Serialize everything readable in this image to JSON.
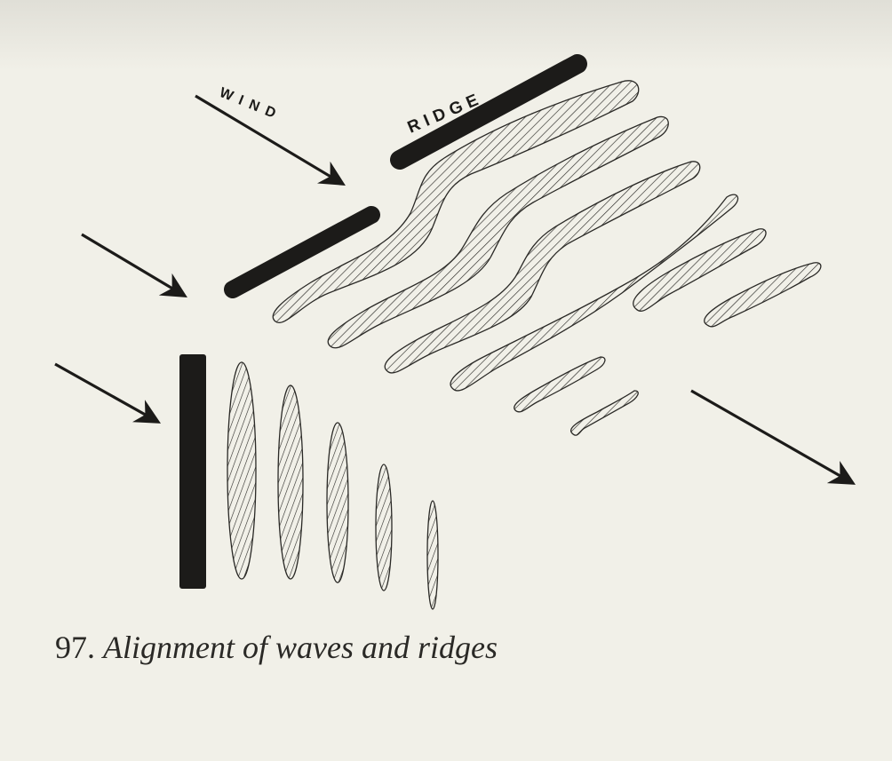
{
  "figure": {
    "label_wind": "WIND",
    "label_ridge": "RIDGE",
    "caption_number": "97.",
    "caption_text": "Alignment of waves and ridges",
    "ink_color": "#1c1b19",
    "paper_color": "#f1f0e8"
  }
}
